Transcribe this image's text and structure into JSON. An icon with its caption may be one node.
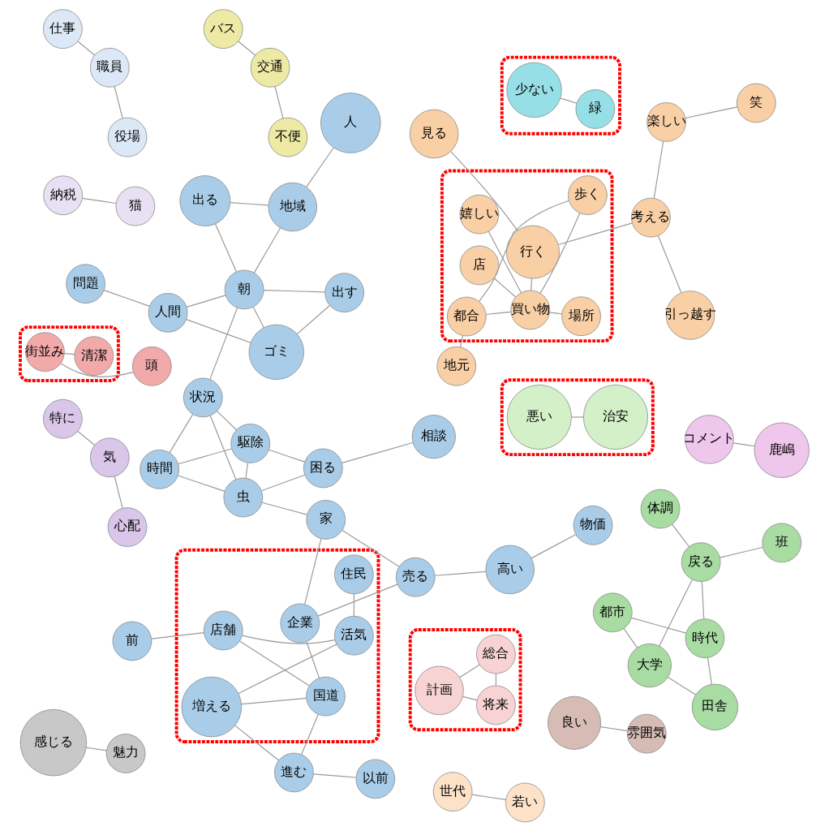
{
  "diagram": {
    "nodes": [
      {
        "text": [],
        "shape": "ellipse"
      },
      {
        "text": [],
        "shape": "ellipse"
      },
      {
        "text": [],
        "shape": "ellipse"
      },
      {
        "text": [],
        "shape": "ellipse"
      },
      {
        "text": [],
        "shape": "ellipse"
      },
      {
        "text": [],
        "shape": "ellipse"
      },
      {
        "text": [
          "以前"
        ]
      },
      {
        "text": [
          "進む"
        ]
      },
      {
        "text": [
          "増える"
        ],
        "in": 0
      },
      {
        "text": [
          "活気"
        ],
        "in": 0
      },
      {
        "text": [
          "住民"
        ],
        "in": 0
      },
      {
        "text": [
          "国道"
        ],
        "in": 0
      },
      {
        "text": [
          "店舗"
        ],
        "in": 0
      },
      {
        "text": [
          "企業"
        ],
        "in": 0
      },
      {
        "text": [
          "前"
        ]
      },
      {
        "text": [
          "相談"
        ]
      },
      {
        "text": [
          "困る"
        ]
      },
      {
        "text": [
          "駆除"
        ]
      },
      {
        "text": [
          "虫"
        ]
      },
      {
        "text": [
          "時間"
        ]
      },
      {
        "text": [
          "家"
        ]
      },
      {
        "text": [
          "売る"
        ]
      },
      {
        "text": [
          "状況"
        ]
      },
      {
        "text": [
          "高い"
        ]
      },
      {
        "text": [
          "物価"
        ]
      },
      {
        "text": [
          "人"
        ]
      },
      {
        "text": [
          "地域"
        ]
      },
      {
        "text": [
          "朝"
        ]
      },
      {
        "text": [
          "人間"
        ]
      },
      {
        "text": [
          "問題"
        ]
      },
      {
        "text": [
          "出る"
        ]
      },
      {
        "text": [
          "出す"
        ]
      },
      {
        "text": [
          "ゴミ"
        ]
      },
      {
        "text": [
          "笑"
        ]
      },
      {
        "text": [
          "引っ越す"
        ]
      },
      {
        "text": [
          "楽しい"
        ]
      },
      {
        "text": [
          "考える"
        ]
      },
      {
        "text": [
          "見る"
        ]
      },
      {
        "text": [
          "行く"
        ],
        "in": 1
      },
      {
        "text": [
          "嬉しい"
        ],
        "in": 1
      },
      {
        "text": [
          "店"
        ],
        "in": 1
      },
      {
        "text": [
          "買い物"
        ],
        "in": 1
      },
      {
        "text": [
          "場所"
        ],
        "in": 1
      },
      {
        "text": [
          "歩く"
        ],
        "in": 1
      },
      {
        "text": [
          "都合"
        ],
        "in": 1
      },
      {
        "text": [
          "地元"
        ]
      },
      {
        "text": [
          "特に"
        ]
      },
      {
        "text": [
          "気"
        ]
      },
      {
        "text": [
          "心配"
        ]
      },
      {
        "text": [
          "良い"
        ]
      },
      {
        "text": [
          "雰囲気"
        ]
      },
      {
        "text": [
          "総合"
        ],
        "in": 4
      },
      {
        "text": [
          "計画"
        ],
        "in": 4
      },
      {
        "text": [
          "将来"
        ],
        "in": 4
      },
      {
        "text": [
          "コメント"
        ]
      },
      {
        "text": [
          "鹿嶋"
        ]
      },
      {
        "text": [
          "緑"
        ],
        "in": 5
      },
      {
        "text": [
          "少ない"
        ],
        "in": 5
      },
      {
        "text": [
          "治安"
        ],
        "in": 2
      },
      {
        "text": [
          "悪い"
        ],
        "in": 2
      },
      {
        "text": [
          "納税"
        ]
      },
      {
        "text": [
          "猫"
        ]
      },
      {
        "text": [
          "頭"
        ]
      },
      {
        "text": [
          "街並み"
        ],
        "in": 3
      },
      {
        "text": [
          "清潔"
        ],
        "in": 3
      },
      {
        "text": [
          "感じる"
        ]
      },
      {
        "text": [
          "魅力"
        ]
      },
      {
        "text": [
          "バス"
        ]
      },
      {
        "text": [
          "交通"
        ]
      },
      {
        "text": [
          "不便"
        ]
      },
      {
        "text": [
          "仕事"
        ]
      },
      {
        "text": [
          "職員"
        ]
      },
      {
        "text": [
          "役場"
        ]
      },
      {
        "text": [
          "世代"
        ]
      },
      {
        "text": [
          "若い"
        ]
      },
      {
        "text": [
          "体調"
        ]
      },
      {
        "text": [
          "班"
        ]
      },
      {
        "text": [
          "田舎"
        ]
      },
      {
        "text": [
          "時代"
        ]
      },
      {
        "text": [
          "戻る"
        ]
      },
      {
        "text": [
          "大学"
        ]
      },
      {
        "text": [
          "都市"
        ]
      }
    ],
    "edges": [
      {
        "from": 6,
        "to": 7,
        "arrow": "none"
      },
      {
        "from": 7,
        "to": 8,
        "arrow": "none"
      },
      {
        "from": 7,
        "to": 11,
        "arrow": "none"
      },
      {
        "from": 8,
        "to": 11,
        "arrow": "none"
      },
      {
        "from": 8,
        "to": 9,
        "arrow": "none"
      },
      {
        "from": 9,
        "to": 10,
        "arrow": "none"
      },
      {
        "from": 9,
        "to": 12,
        "arrow": "none"
      },
      {
        "from": 11,
        "to": 12,
        "arrow": "none"
      },
      {
        "from": 12,
        "to": 14,
        "arrow": "none"
      },
      {
        "from": 11,
        "to": 13,
        "arrow": "none"
      },
      {
        "from": 13,
        "to": 20,
        "arrow": "none"
      },
      {
        "from": 13,
        "to": 21,
        "arrow": "none"
      },
      {
        "from": 15,
        "to": 16,
        "arrow": "none"
      },
      {
        "from": 16,
        "to": 17,
        "arrow": "none"
      },
      {
        "from": 16,
        "to": 18,
        "arrow": "none"
      },
      {
        "from": 17,
        "to": 18,
        "arrow": "none"
      },
      {
        "from": 17,
        "to": 19,
        "arrow": "none"
      },
      {
        "from": 17,
        "to": 22,
        "arrow": "none"
      },
      {
        "from": 19,
        "to": 18,
        "arrow": "none"
      },
      {
        "from": 19,
        "to": 22,
        "arrow": "none"
      },
      {
        "from": 18,
        "to": 22,
        "arrow": "none"
      },
      {
        "from": 18,
        "to": 20,
        "arrow": "none"
      },
      {
        "from": 20,
        "to": 21,
        "arrow": "none"
      },
      {
        "from": 21,
        "to": 23,
        "arrow": "none"
      },
      {
        "from": 23,
        "to": 24,
        "arrow": "none"
      },
      {
        "from": 22,
        "to": 27,
        "arrow": "none"
      },
      {
        "from": 25,
        "to": 26,
        "arrow": "none"
      },
      {
        "from": 26,
        "to": 27,
        "arrow": "none"
      },
      {
        "from": 26,
        "to": 30,
        "arrow": "none"
      },
      {
        "from": 30,
        "to": 27,
        "arrow": "none"
      },
      {
        "from": 27,
        "to": 28,
        "arrow": "none"
      },
      {
        "from": 27,
        "to": 31,
        "arrow": "none"
      },
      {
        "from": 27,
        "to": 32,
        "arrow": "none"
      },
      {
        "from": 28,
        "to": 29,
        "arrow": "none"
      },
      {
        "from": 28,
        "to": 32,
        "arrow": "none"
      },
      {
        "from": 31,
        "to": 32,
        "arrow": "none"
      },
      {
        "from": 33,
        "to": 35,
        "arrow": "none"
      },
      {
        "from": 35,
        "to": 36,
        "arrow": "none"
      },
      {
        "from": 34,
        "to": 36,
        "arrow": "none"
      },
      {
        "from": 36,
        "to": 38,
        "arrow": "none"
      },
      {
        "from": 37,
        "to": 38,
        "arrow": "none"
      },
      {
        "from": 38,
        "to": 41,
        "arrow": "none"
      },
      {
        "from": 41,
        "to": 39,
        "arrow": "none"
      },
      {
        "from": 40,
        "to": 41,
        "arrow": "none"
      },
      {
        "from": 41,
        "to": 42,
        "arrow": "none"
      },
      {
        "from": 41,
        "to": 43,
        "arrow": "none"
      },
      {
        "from": 41,
        "to": 44,
        "arrow": "none"
      },
      {
        "from": 43,
        "to": 44,
        "arrow": "none"
      },
      {
        "from": 44,
        "to": 45,
        "arrow": "none"
      },
      {
        "from": 46,
        "to": 47,
        "arrow": "none"
      },
      {
        "from": 47,
        "to": 48,
        "arrow": "none"
      },
      {
        "from": 49,
        "to": 50,
        "arrow": "none"
      },
      {
        "from": 51,
        "to": 52,
        "arrow": "none"
      },
      {
        "from": 51,
        "to": 53,
        "arrow": "none"
      },
      {
        "from": 52,
        "to": 53,
        "arrow": "none"
      },
      {
        "from": 54,
        "to": 55,
        "arrow": "none"
      },
      {
        "from": 56,
        "to": 57,
        "arrow": "none"
      },
      {
        "from": 58,
        "to": 59,
        "arrow": "none"
      },
      {
        "from": 60,
        "to": 61,
        "arrow": "none"
      },
      {
        "from": 62,
        "to": 63,
        "arrow": "none"
      },
      {
        "from": 63,
        "to": 64,
        "arrow": "none"
      },
      {
        "from": 65,
        "to": 66,
        "arrow": "none"
      },
      {
        "from": 67,
        "to": 68,
        "arrow": "none"
      },
      {
        "from": 68,
        "to": 69,
        "arrow": "none"
      },
      {
        "from": 70,
        "to": 71,
        "arrow": "none"
      },
      {
        "from": 71,
        "to": 72,
        "arrow": "none"
      },
      {
        "from": 73,
        "to": 74,
        "arrow": "none"
      },
      {
        "from": 75,
        "to": 79,
        "arrow": "none"
      },
      {
        "from": 79,
        "to": 76,
        "arrow": "none"
      },
      {
        "from": 79,
        "to": 78,
        "arrow": "none"
      },
      {
        "from": 79,
        "to": 80,
        "arrow": "none"
      },
      {
        "from": 77,
        "to": 78,
        "arrow": "none"
      },
      {
        "from": 77,
        "to": 80,
        "arrow": "none"
      },
      {
        "from": 78,
        "to": 81,
        "arrow": "none"
      },
      {
        "from": 80,
        "to": 81,
        "arrow": "none"
      }
    ]
  }
}
